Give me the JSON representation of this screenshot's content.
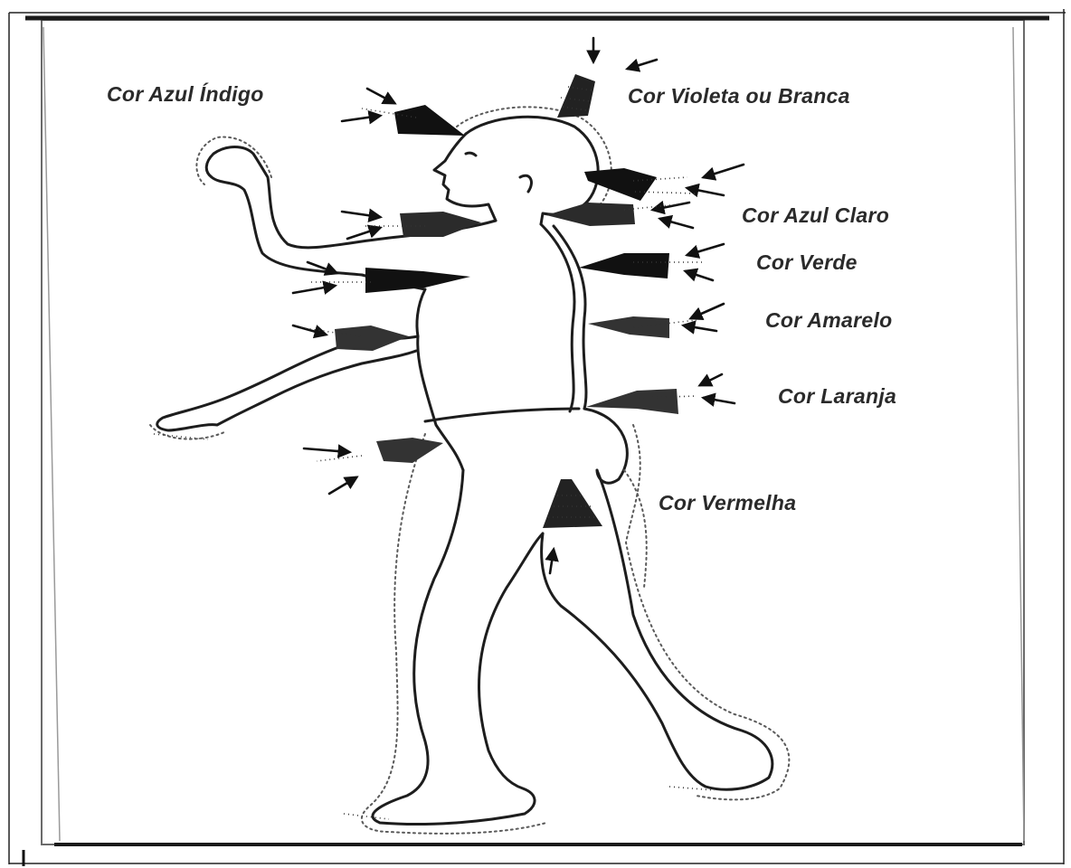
{
  "labels": {
    "indigo": "Cor Azul Índigo",
    "violet": "Cor Violeta ou Branca",
    "light_blue": "Cor Azul Claro",
    "green": "Cor Verde",
    "yellow": "Cor Amarelo",
    "orange": "Cor Laranja",
    "red": "Cor Vermelha"
  }
}
